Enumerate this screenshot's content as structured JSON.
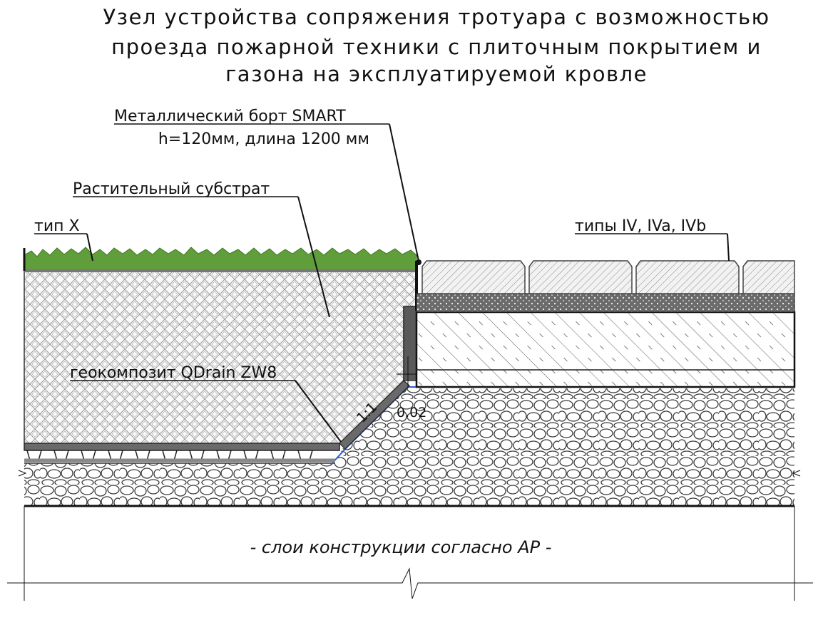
{
  "title": {
    "line1": "Узел устройства сопряжения тротуара с возможностью",
    "line2": "проезда пожарной техники с плиточным покрытием и",
    "line3": "газона на эксплуатируемой кровле"
  },
  "callouts": {
    "border_line1": "Металлический борт SMART",
    "border_line2": "h=120мм, длина 1200 мм",
    "substrate": "Растительный субстрат",
    "lawn_type": "тип X",
    "paving_types": "типы IV, IVa, IVb",
    "geocomposite": "геокомпозит QDrain ZW8"
  },
  "slope": {
    "ratio": "1:1",
    "grade": "0.02"
  },
  "footer_note": "- слои конструкции согласно АР -",
  "colors": {
    "grass": "#5f9e3a",
    "gravel_line": "#3a3a3a",
    "waterproofing": "#2f5fd0",
    "dark_layer": "#4a4a4a"
  }
}
